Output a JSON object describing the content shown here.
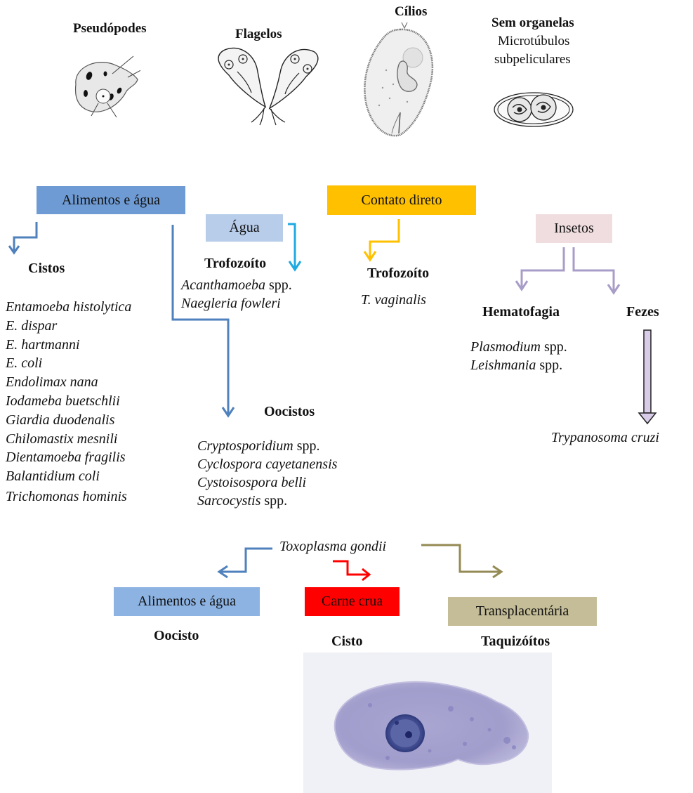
{
  "structures": [
    {
      "label": "Pseudópodes",
      "icon": "amoeba-illustration"
    },
    {
      "label": "Flagelos",
      "icon": "giardia-illustration"
    },
    {
      "label": "Cílios",
      "icon": "ciliate-illustration"
    },
    {
      "label": "Sem organelas",
      "sublabel_1": "Microtúbulos",
      "sublabel_2": "subpeliculares",
      "icon": "oocyst-illustration"
    }
  ],
  "routes": {
    "alimentos": {
      "label": "Alimentos e água",
      "color": "#6f9bd4",
      "cistos": {
        "title": "Cistos",
        "species": [
          "Entamoeba histolytica",
          "E. dispar",
          "E. hartmanni",
          "E. coli",
          "Endolimax nana",
          "Iodameba buetschlii",
          "Giardia duodenalis",
          "Chilomastix mesnili",
          "Dientamoeba fragilis",
          "Balantidium coli",
          "Trichomonas hominis"
        ]
      },
      "oocistos": {
        "title": "Oocistos",
        "species": [
          {
            "genus": "Cryptosporidium",
            "suffix": " spp."
          },
          {
            "genus": "Cyclospora cayetanensis",
            "suffix": ""
          },
          {
            "genus": "Cystoisospora belli",
            "suffix": ""
          },
          {
            "genus": "Sarcocystis",
            "suffix": " spp."
          }
        ]
      }
    },
    "agua": {
      "label": "Água",
      "color": "#b8cdea",
      "arrow_color": "#1fa9e1",
      "title": "Trofozoíto",
      "species": [
        {
          "genus": "Acanthamoeba",
          "suffix": " spp."
        },
        {
          "genus": "Naegleria fowleri",
          "suffix": ""
        }
      ]
    },
    "contato": {
      "label": "Contato direto",
      "color": "#ffc000",
      "title": "Trofozoíto",
      "species": [
        "T. vaginalis"
      ]
    },
    "insetos": {
      "label": "Insetos",
      "color": "#f0dde0",
      "arrow_color": "#a89cc8",
      "hematofagia": {
        "title": "Hematofagia",
        "species": [
          {
            "genus": "Plasmodium",
            "suffix": " spp."
          },
          {
            "genus": "Leishmania",
            "suffix": " spp."
          }
        ]
      },
      "fezes": {
        "title": "Fezes",
        "species": [
          "Trypanosoma cruzi"
        ]
      }
    }
  },
  "toxoplasma": {
    "name": "Toxoplasma gondii",
    "branches": [
      {
        "label": "Alimentos e água",
        "form": "Oocisto",
        "color": "#8db3e2",
        "arrow_color": "#4f81bd"
      },
      {
        "label": "Carne crua",
        "form": "Cisto",
        "color": "#ff0000",
        "arrow_color": "#ff0000"
      },
      {
        "label": "Transplacentária",
        "form": "Taquizóítos",
        "color": "#c4bd97",
        "arrow_color": "#948a54"
      }
    ]
  },
  "photo": {
    "icon": "trophozoite-micrograph"
  }
}
